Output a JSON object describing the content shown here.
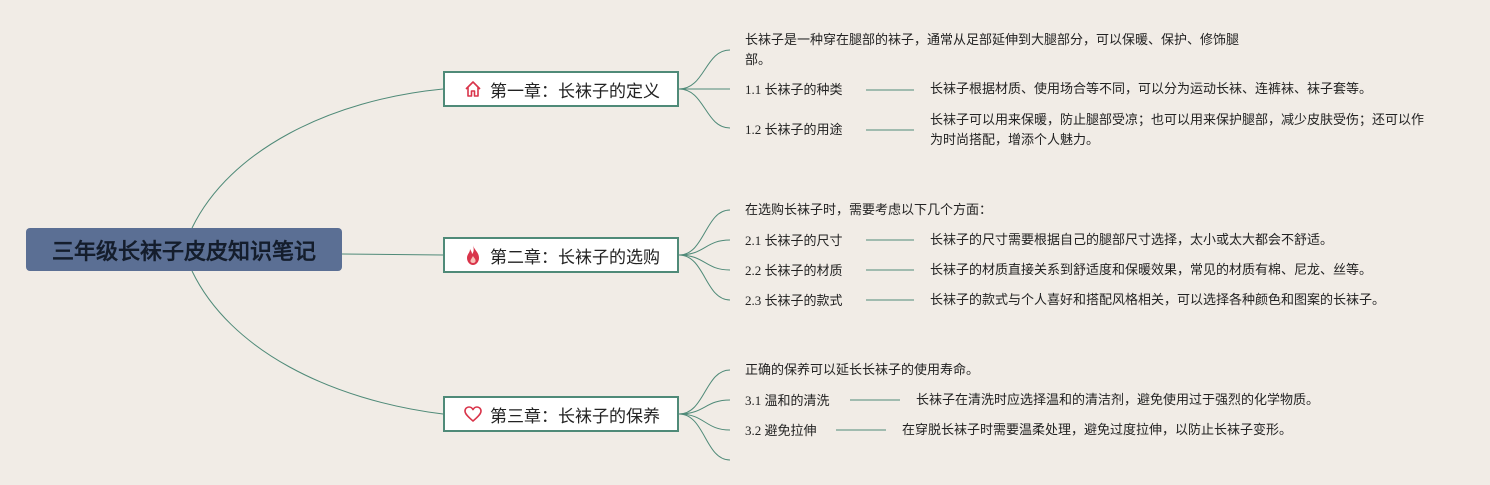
{
  "root": {
    "title": "三年级长袜子皮皮知识笔记"
  },
  "chapters": [
    {
      "title": "第一章：长袜子的定义",
      "icon": "home-icon",
      "intro": "长袜子是一种穿在腿部的袜子，通常从足部延伸到大腿部分，可以保暖、保护、修饰腿部。",
      "items": [
        {
          "label": "1.1 长袜子的种类",
          "text": "长袜子根据材质、使用场合等不同，可以分为运动长袜、连裤袜、袜子套等。"
        },
        {
          "label": "1.2 长袜子的用途",
          "text": "长袜子可以用来保暖，防止腿部受凉；也可以用来保护腿部，减少皮肤受伤；还可以作为时尚搭配，增添个人魅力。"
        }
      ]
    },
    {
      "title": "第二章：长袜子的选购",
      "icon": "fire-icon",
      "intro": "在选购长袜子时，需要考虑以下几个方面：",
      "items": [
        {
          "label": "2.1 长袜子的尺寸",
          "text": "长袜子的尺寸需要根据自己的腿部尺寸选择，太小或太大都会不舒适。"
        },
        {
          "label": "2.2 长袜子的材质",
          "text": "长袜子的材质直接关系到舒适度和保暖效果，常见的材质有棉、尼龙、丝等。"
        },
        {
          "label": "2.3 长袜子的款式",
          "text": "长袜子的款式与个人喜好和搭配风格相关，可以选择各种颜色和图案的长袜子。"
        }
      ]
    },
    {
      "title": "第三章：长袜子的保养",
      "icon": "heart-icon",
      "intro": "正确的保养可以延长长袜子的使用寿命。",
      "items": [
        {
          "label": "3.1 温和的清洗",
          "text": "长袜子在清洗时应选择温和的清洁剂，避免使用过于强烈的化学物质。"
        },
        {
          "label": "3.2 避免拉伸",
          "text": "在穿脱长袜子时需要温柔处理，避免过度拉伸，以防止长袜子变形。"
        }
      ]
    }
  ],
  "colors": {
    "background": "#f1ece6",
    "root_fill": "#5b6f94",
    "line": "#4f8a78",
    "icon_red": "#d9344a"
  }
}
